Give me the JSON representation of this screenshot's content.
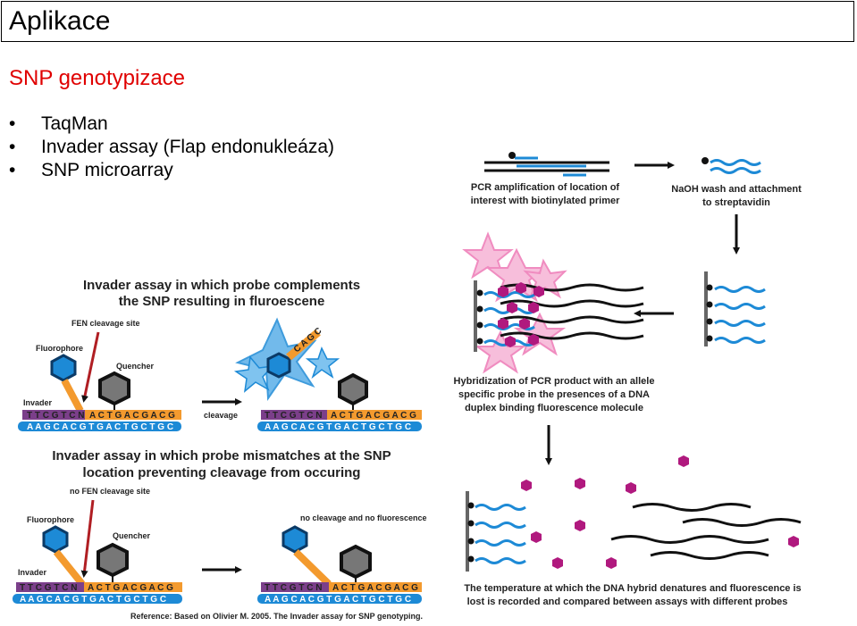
{
  "header": {
    "title": "Aplikace"
  },
  "section": {
    "subtitle": "SNP genotypizace"
  },
  "bullets": [
    {
      "marker": "•",
      "text": "TaqMan"
    },
    {
      "marker": "•",
      "text": "Invader assay (Flap endonukleáza)"
    },
    {
      "marker": "•",
      "text": "SNP microarray"
    }
  ],
  "invader": {
    "top_heading_1": "Invader assay in which probe complements",
    "top_heading_2": "the SNP resulting in fluroescene",
    "fen_site": "FEN cleavage site",
    "fluorophore": "Fluorophore",
    "quencher": "Quencher",
    "invader": "Invader",
    "cleavage": "cleavage",
    "bottom_heading_1": "Invader assay in which probe mismatches at the SNP",
    "bottom_heading_2": "location preventing cleavage from occuring",
    "no_fen_site": "no FEN cleavage site",
    "no_cleavage": "no cleavage and no fluorescence",
    "reference": "Reference: Based on Olivier M. 2005. The Invader assay for SNP genotyping.",
    "seq_invader": "T T C G T C N",
    "seq_probe": "A C T G A C G A C G",
    "seq_template": "A A G C A C G T G A C T G C T G C",
    "seq_flap": "C A G C"
  },
  "microarray": {
    "pcr_1": "PCR amplification of location of",
    "pcr_2": "interest with biotinylated primer",
    "naoh_1": "NaOH wash and attachment",
    "naoh_2": "to streptavidin",
    "hyb_1": "Hybridization of PCR product with an allele",
    "hyb_2": "specific probe in the presences of a DNA",
    "hyb_3": "duplex binding fluorescence molecule",
    "temp_1": "The temperature at which the DNA hybrid denatures and fluorescence is",
    "temp_2": "lost is recorded and compared between assays with different probes"
  },
  "colors": {
    "title_text": "#000000",
    "subtitle": "#e00000",
    "dna_blue": "#1d8ad6",
    "magenta": "#b0197e",
    "pink_star": "#f08cc0",
    "orange": "#f39a2e",
    "purple": "#7b3f8a",
    "red_arrow": "#b01e23"
  }
}
